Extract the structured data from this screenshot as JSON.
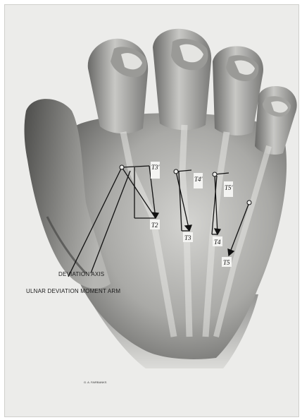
{
  "figure": {
    "labels": {
      "deviation_axis": "DEVIATION AXIS",
      "moment_arm": "ULNAR DEVIATION MOMENT ARM",
      "credit": "G. A. FAIRBANKS"
    },
    "tendon_labels": [
      {
        "id": "t3-upper",
        "text": "T3′"
      },
      {
        "id": "t4-upper",
        "text": "T4′"
      },
      {
        "id": "t5-upper",
        "text": "T5′"
      },
      {
        "id": "t2",
        "text": "T2"
      },
      {
        "id": "t3",
        "text": "T3"
      },
      {
        "id": "t4",
        "text": "T4"
      },
      {
        "id": "t5",
        "text": "T5"
      }
    ],
    "colors": {
      "background": "#ececea",
      "skin_dark": "#5a5a58",
      "skin_mid": "#8c8c8a",
      "skin_light": "#c9c9c6",
      "line": "#111111"
    }
  }
}
